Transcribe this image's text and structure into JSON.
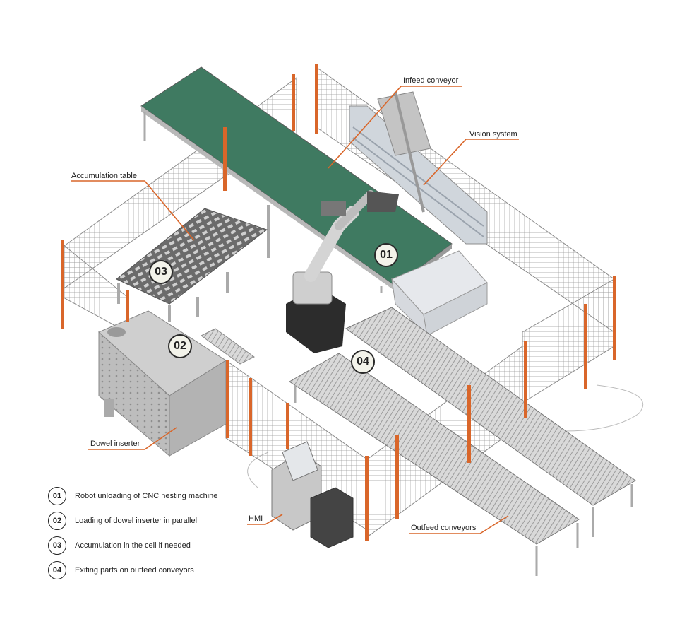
{
  "callouts": {
    "infeed": "Infeed conveyor",
    "vision": "Vision system",
    "accumulation": "Accumulation table",
    "dowel": "Dowel inserter",
    "hmi": "HMI",
    "outfeed": "Outfeed conveyors"
  },
  "markers": {
    "m1": "01",
    "m2": "02",
    "m3": "03",
    "m4": "04"
  },
  "legend": [
    {
      "num": "01",
      "text": "Robot unloading of CNC nesting machine"
    },
    {
      "num": "02",
      "text": "Loading of dowel inserter in parallel"
    },
    {
      "num": "03",
      "text": "Accumulation in the cell if needed"
    },
    {
      "num": "04",
      "text": "Exiting parts on outfeed conveyors"
    }
  ],
  "colors": {
    "leader": "#d9662a",
    "post": "#d9662a",
    "conveyor_top": "#3f7a61",
    "metal": "#c9c9c9",
    "fence": "#8a8a8a"
  }
}
